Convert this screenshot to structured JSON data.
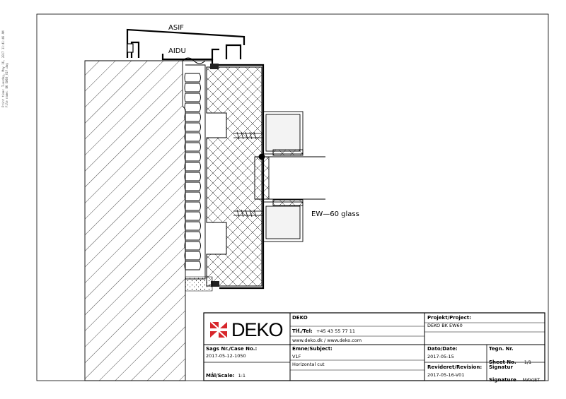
{
  "print_info": {
    "line1": "Print time: Tuesday, May 16, 2017 11:41:46 AM",
    "line2": "File name: BK EW60_V1F.dwg"
  },
  "drawing": {
    "label_top": "ASIF",
    "label_upper": "AIDU",
    "label_glass": "EW—60 glass"
  },
  "title_block": {
    "company_name": "DEKO",
    "logo_text": "DEKO",
    "phone_label": "Tlf./Tel:",
    "phone_value": "+45 43 55 77 11",
    "web": "www.deko.dk / www.deko.com",
    "project_label": "Projekt/Project:",
    "project_value": "DEKO BK EW60",
    "case_label": "Sags Nr./Case No.:",
    "case_value": "2017-05-12-1050",
    "subject_label": "Emne/Subject:",
    "subject_value1": "V1F",
    "subject_value2": "Horizontal cut",
    "date_label": "Dato/Date:",
    "date_value": "2017-05-15",
    "drawing_no_label": "Tegn. Nr.",
    "sheet_label": "Sheet No.",
    "sheet_value": "1/1",
    "scale_label": "Mål/Scale:",
    "scale_value": "1:1",
    "revision_label": "Revideret/Revision:",
    "revision_value": "2017-05-16-V01",
    "signature_label1": "Signatur",
    "signature_label2": "Signature",
    "signature_value": "MAV/ET"
  },
  "colors": {
    "logo_red": "#d7262b",
    "line": "#000000"
  }
}
